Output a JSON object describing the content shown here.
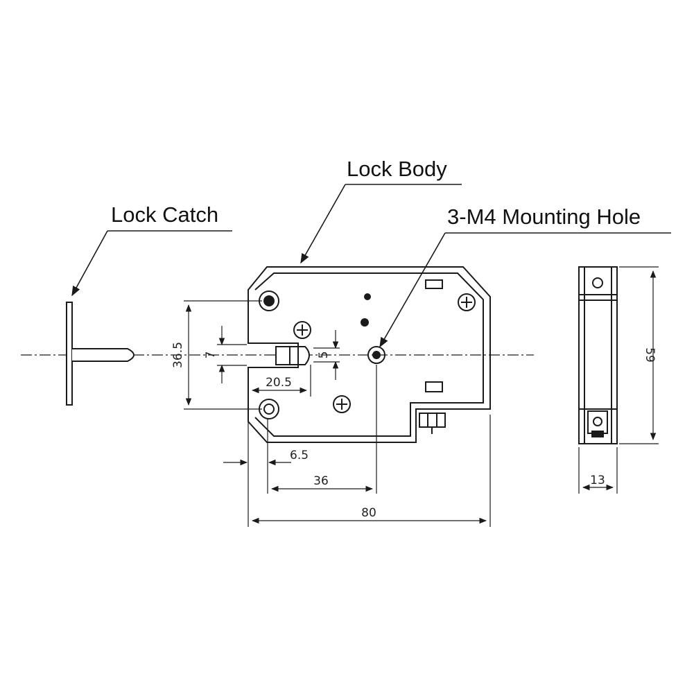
{
  "callouts": {
    "lock_catch": "Lock Catch",
    "lock_body": "Lock Body",
    "mounting_hole": "3-M4 Mounting Hole"
  },
  "dimensions": {
    "hole_spacing_vertical": "36.5",
    "slot_height": "7",
    "latch_height": "5",
    "slot_depth": "20.5",
    "hole_offset": "6.5",
    "hole_to_hole": "36",
    "overall_width": "80",
    "overall_height": "59",
    "thickness": "13"
  },
  "colors": {
    "line": "#1a1a1a",
    "background": "#ffffff"
  }
}
